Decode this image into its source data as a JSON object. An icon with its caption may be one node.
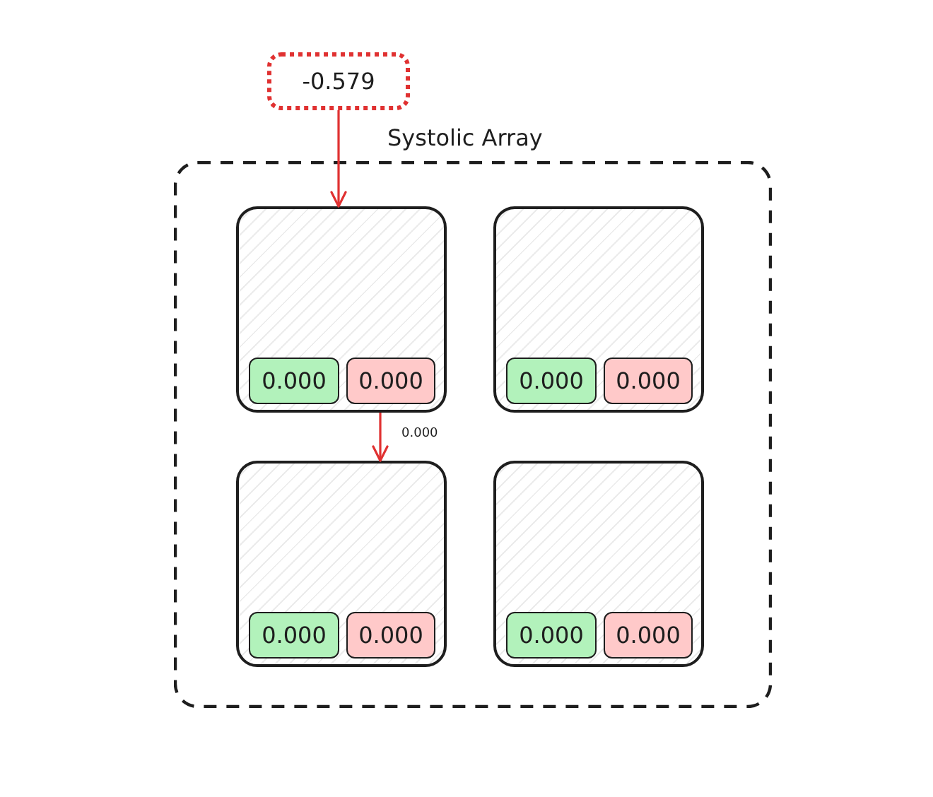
{
  "diagram": {
    "nodes": [
      {
        "text": [
          "-0.579"
        ]
      },
      {
        "text": [
          "Systolic Array"
        ]
      },
      {
        "text": [],
        "shape": "box",
        "in": 1
      },
      {
        "text": [
          "0.000"
        ],
        "in": 2
      },
      {
        "text": [
          "0.000"
        ],
        "in": 2
      },
      {
        "text": [],
        "shape": "box",
        "in": 1
      },
      {
        "text": [
          "0.000"
        ],
        "in": 5
      },
      {
        "text": [
          "0.000"
        ],
        "in": 5
      },
      {
        "text": [],
        "shape": "box",
        "in": 1
      },
      {
        "text": [
          "0.000"
        ],
        "in": 8
      },
      {
        "text": [
          "0.000"
        ],
        "in": 8
      },
      {
        "text": [],
        "shape": "box",
        "in": 1
      },
      {
        "text": [
          "0.000"
        ],
        "in": 11
      },
      {
        "text": [
          "0.000"
        ],
        "in": 11
      }
    ],
    "edges": [
      {
        "from": 0,
        "to": 2,
        "arrow": "to"
      },
      {
        "from": 2,
        "to": 8,
        "arrow": "to",
        "label": "0.000"
      }
    ]
  }
}
